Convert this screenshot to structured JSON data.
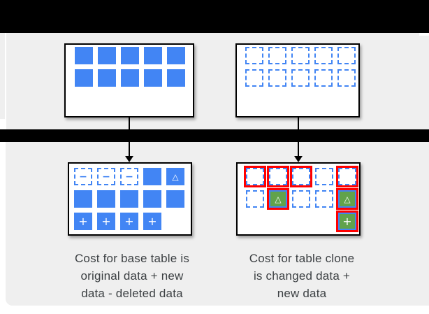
{
  "colors": {
    "block_blue": "#4285f4",
    "block_green": "#61a24b",
    "highlight_red": "#ff0000",
    "background_gray": "#efefef",
    "redaction_black": "#000000",
    "caption_text": "#3c4043"
  },
  "glyphs": {
    "plus": "+",
    "minus": "−",
    "delta": "△"
  },
  "boxes": {
    "base_table_before": {
      "rows": [
        [
          "solid",
          "solid",
          "solid",
          "solid",
          "solid"
        ],
        [
          "solid",
          "solid",
          "solid",
          "solid",
          "solid"
        ]
      ]
    },
    "table_clone_before": {
      "rows": [
        [
          "dashed",
          "dashed",
          "dashed",
          "dashed",
          "dashed"
        ],
        [
          "dashed",
          "dashed",
          "dashed",
          "dashed",
          "dashed"
        ]
      ]
    },
    "base_table_after": {
      "rows": [
        [
          "dashed-minus",
          "dashed-minus",
          "dashed-minus",
          "solid",
          "solid-delta"
        ],
        [
          "solid",
          "solid",
          "solid",
          "solid",
          "solid"
        ],
        [
          "solid-plus",
          "solid-plus",
          "solid-plus",
          "solid-plus",
          "empty"
        ]
      ]
    },
    "table_clone_after": {
      "rows": [
        [
          "dashed-red",
          "dashed-red",
          "dashed-red",
          "dashed",
          "dashed-red"
        ],
        [
          "dashed",
          "green-delta-red",
          "dashed",
          "dashed",
          "green-delta-red"
        ],
        [
          "empty",
          "empty",
          "empty",
          "empty",
          "green-plus-red"
        ]
      ]
    }
  },
  "captions": {
    "left": {
      "lines": [
        "Cost for base table is",
        "original data + new",
        "data - deleted data"
      ]
    },
    "right": {
      "lines": [
        "Cost for table clone",
        "is changed data +",
        "new data"
      ]
    }
  }
}
